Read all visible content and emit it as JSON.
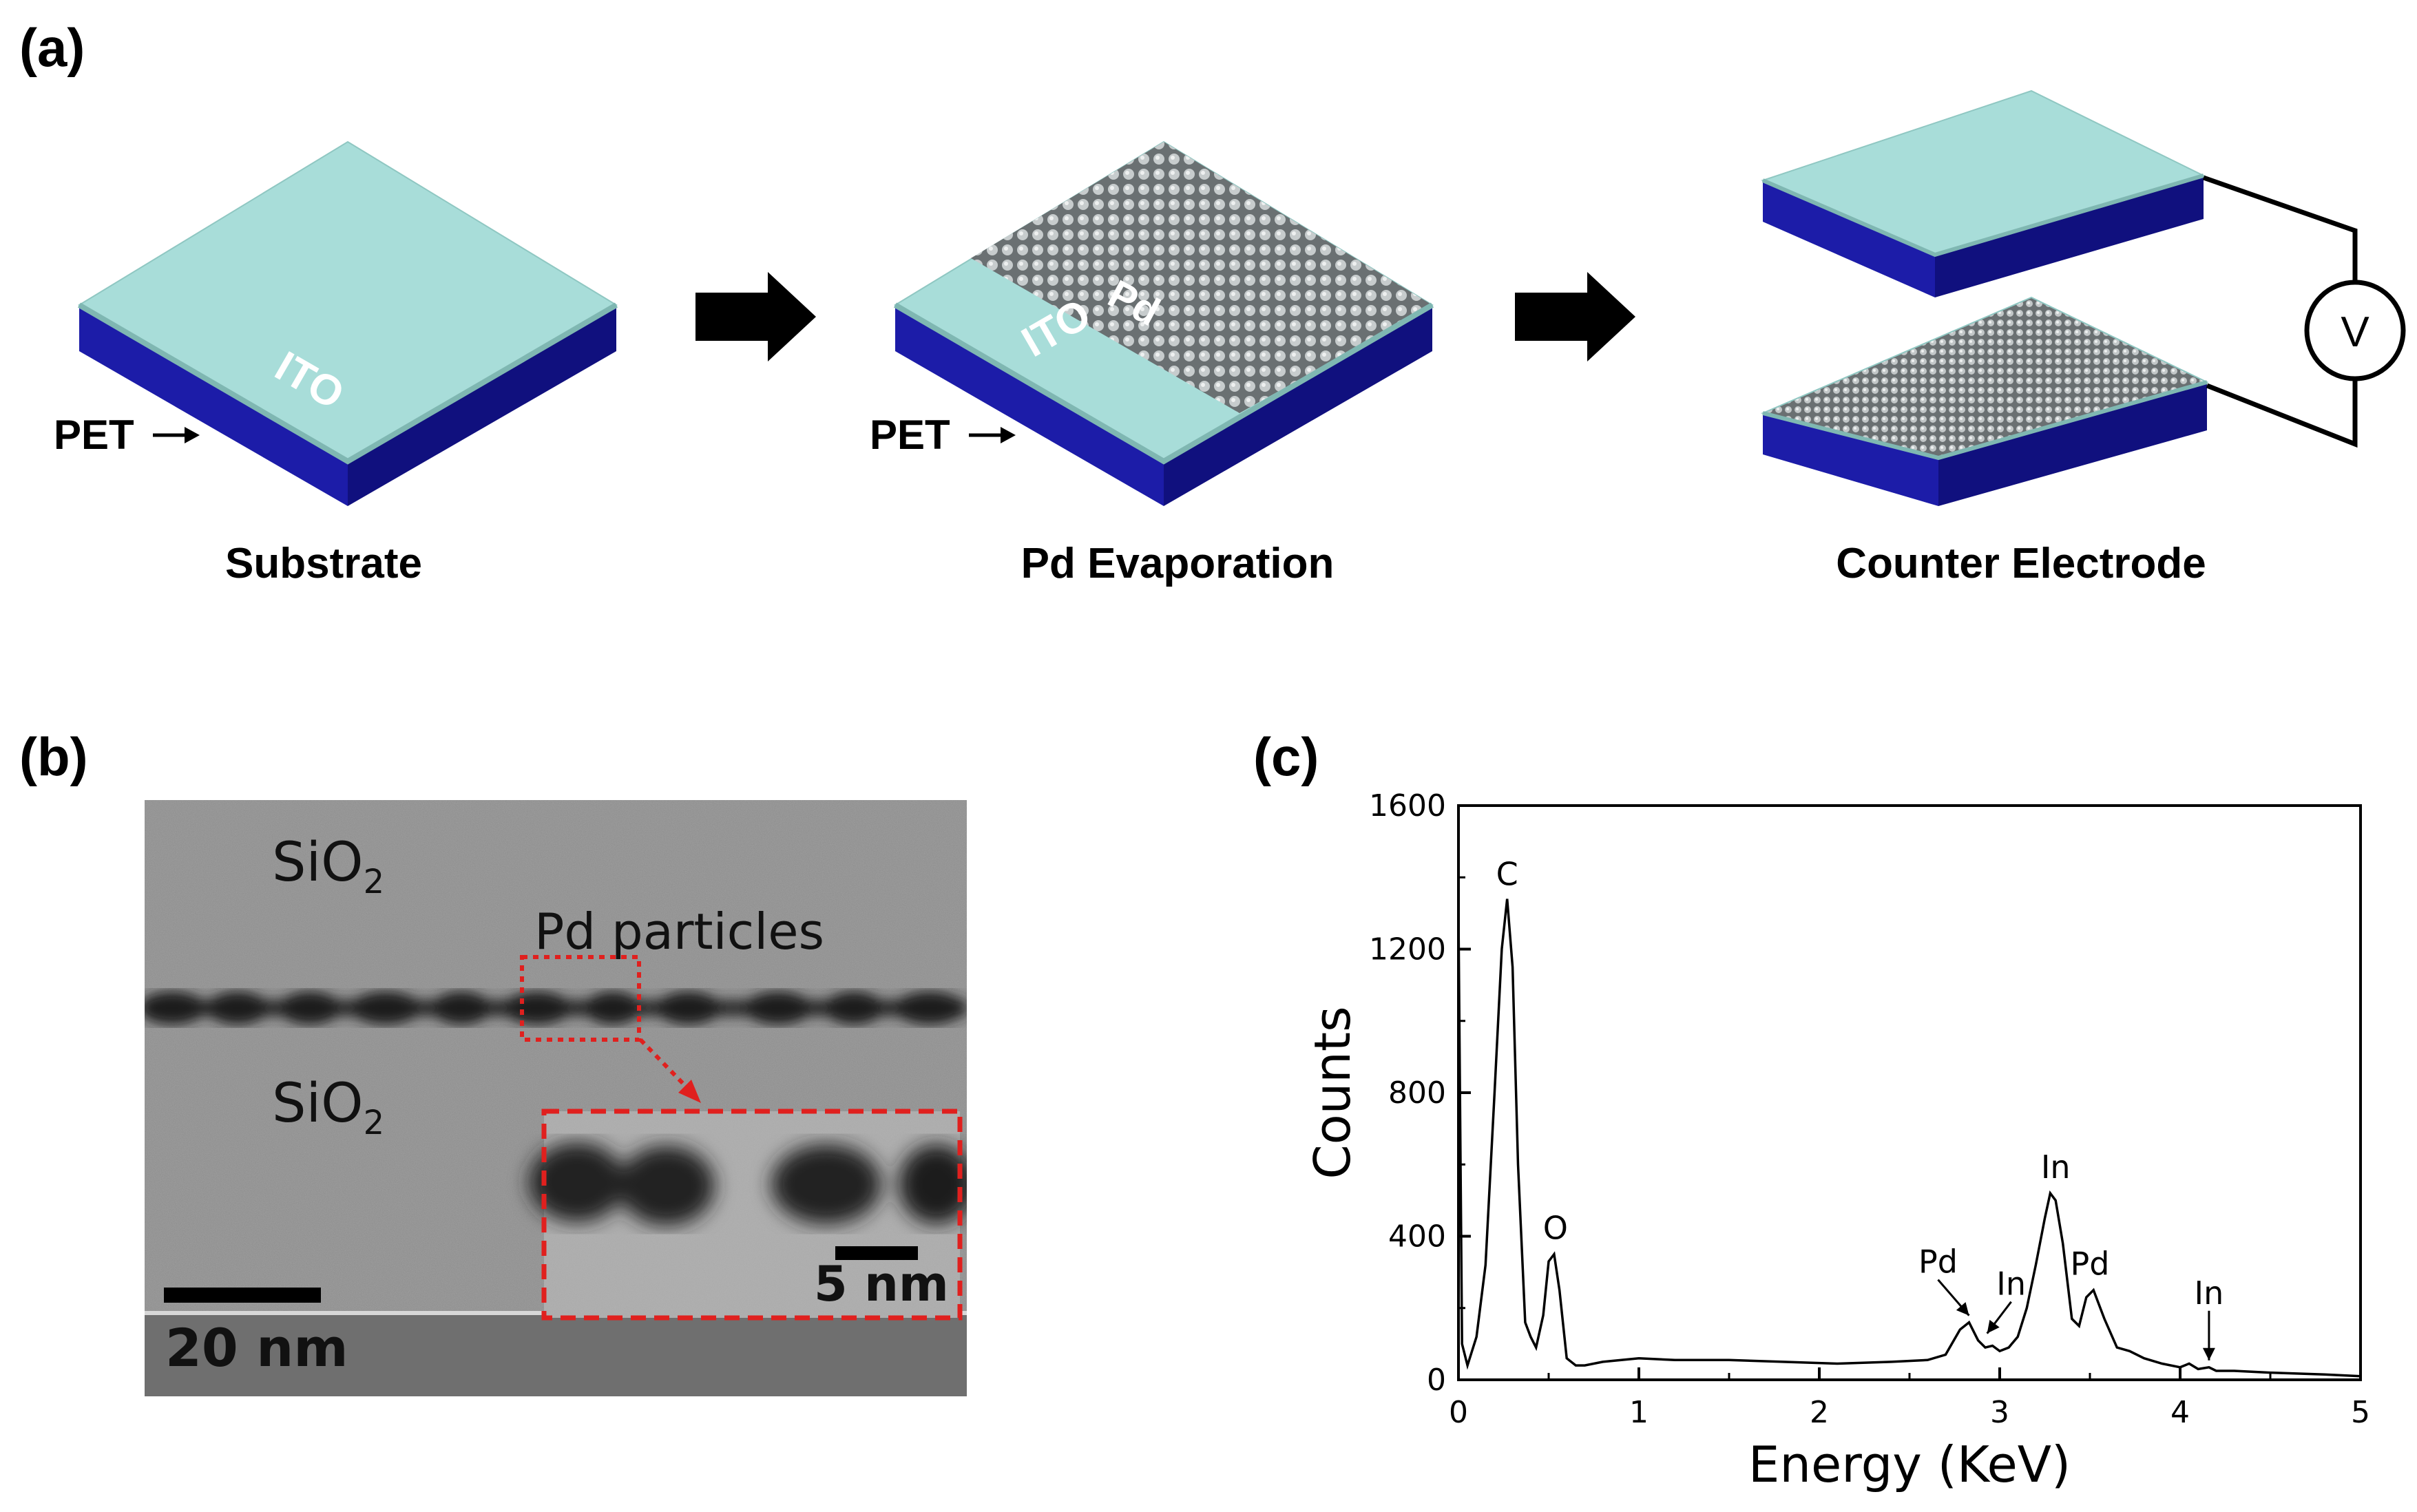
{
  "panels": {
    "a": {
      "label": "(a)",
      "steps": [
        {
          "caption": "Substrate",
          "layer_top": "ITO",
          "layer_bottom": "PET"
        },
        {
          "caption": "Pd Evaporation",
          "layer_top": "ITO",
          "deposit": "Pd",
          "layer_bottom": "PET"
        },
        {
          "caption": "Counter Electrode",
          "meter": "V"
        }
      ]
    },
    "b": {
      "label": "(b)",
      "layer_upper": {
        "base": "SiO",
        "sub": "2"
      },
      "layer_lower": {
        "base": "SiO",
        "sub": "2"
      },
      "particles_label": "Pd particles",
      "scalebar_main": "20 nm",
      "scalebar_inset": "5 nm"
    },
    "c": {
      "label": "(c)"
    }
  },
  "colors": {
    "ito": "#a8ddd9",
    "pet": "#1c1ca8",
    "inset_border": "#e0201e",
    "spectrum": "#000000"
  },
  "chart_data": {
    "type": "line",
    "xlabel": "Energy (KeV)",
    "ylabel": "Counts",
    "xlim": [
      0,
      5
    ],
    "ylim": [
      0,
      1600
    ],
    "xticks": [
      0,
      1,
      2,
      3,
      4,
      5
    ],
    "yticks": [
      0,
      400,
      800,
      1200,
      1600
    ],
    "grid": false,
    "series": [
      {
        "x": [
          0.0,
          0.02,
          0.05,
          0.1,
          0.15,
          0.2,
          0.24,
          0.27,
          0.3,
          0.33,
          0.37,
          0.4,
          0.43,
          0.47,
          0.5,
          0.53,
          0.56,
          0.6,
          0.65,
          0.7,
          0.8,
          1.0,
          1.2,
          1.5,
          1.8,
          2.1,
          2.4,
          2.6,
          2.7,
          2.78,
          2.83,
          2.88,
          2.92,
          2.96,
          3.0,
          3.05,
          3.1,
          3.15,
          3.2,
          3.25,
          3.28,
          3.31,
          3.35,
          3.4,
          3.44,
          3.48,
          3.52,
          3.58,
          3.65,
          3.72,
          3.8,
          3.9,
          4.0,
          4.05,
          4.1,
          4.16,
          4.2,
          4.3,
          4.5,
          4.8,
          5.0
        ],
        "y": [
          1300,
          100,
          40,
          120,
          320,
          800,
          1200,
          1340,
          1150,
          600,
          160,
          120,
          90,
          180,
          330,
          350,
          250,
          60,
          40,
          40,
          50,
          60,
          55,
          55,
          50,
          45,
          50,
          55,
          70,
          140,
          160,
          110,
          90,
          95,
          80,
          90,
          120,
          200,
          320,
          450,
          520,
          500,
          380,
          170,
          150,
          230,
          250,
          170,
          90,
          80,
          60,
          45,
          35,
          45,
          30,
          35,
          25,
          25,
          20,
          15,
          10
        ]
      }
    ],
    "annotations": [
      {
        "text": "C",
        "x": 0.27,
        "y": 1340
      },
      {
        "text": "O",
        "x": 0.53,
        "y": 350
      },
      {
        "text": "Pd",
        "x": 2.83,
        "y": 160
      },
      {
        "text": "In",
        "x": 2.93,
        "y": 110
      },
      {
        "text": "In",
        "x": 3.31,
        "y": 520
      },
      {
        "text": "Pd",
        "x": 3.5,
        "y": 250
      },
      {
        "text": "In",
        "x": 4.16,
        "y": 35
      }
    ]
  }
}
